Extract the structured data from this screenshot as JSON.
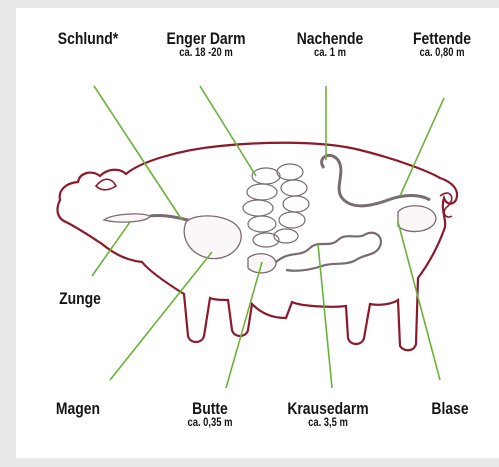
{
  "labels": {
    "schlund": {
      "name": "Schlund*"
    },
    "enger_darm": {
      "name": "Enger Darm",
      "sub": "ca. 18 -20 m"
    },
    "nachende": {
      "name": "Nachende",
      "sub": "ca. 1 m"
    },
    "fettende": {
      "name": "Fettende",
      "sub": "ca. 0,80 m"
    },
    "zunge": {
      "name": "Zunge"
    },
    "magen": {
      "name": "Magen"
    },
    "butte": {
      "name": "Butte",
      "sub": "ca. 0,35 m"
    },
    "krausedarm": {
      "name": "Krausedarm",
      "sub": "ca. 3,5 m"
    },
    "blase": {
      "name": "Blase"
    }
  },
  "colors": {
    "outline": "#8b1a2c",
    "leader": "#6cb23a",
    "organ": "#7a6a72",
    "text": "#151515"
  }
}
